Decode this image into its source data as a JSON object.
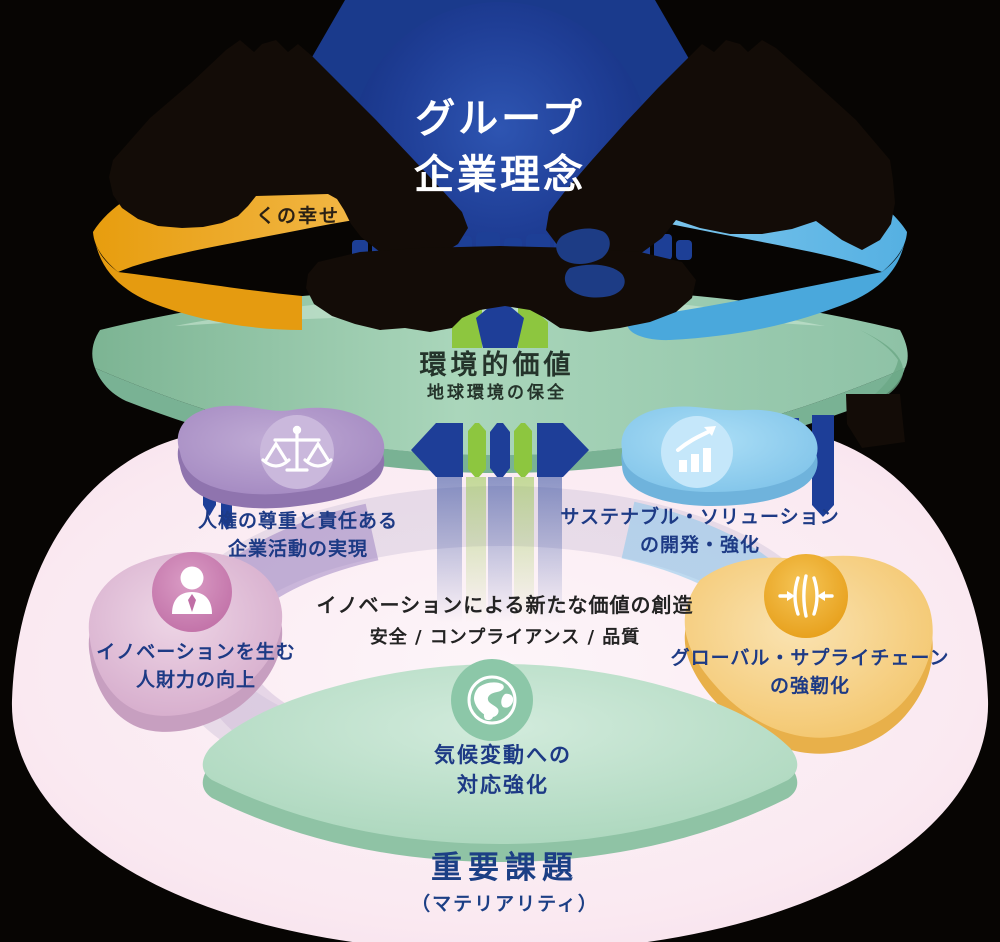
{
  "philosophy": {
    "line1": "グループ",
    "line2": "企業理念"
  },
  "values_layer": {
    "social_fragment": "くの幸せ",
    "environmental_title": "環境的価値",
    "environmental_subtitle": "地球環境の保全"
  },
  "center": {
    "line1": "イノベーションによる新たな価値の創造",
    "line2": "安全 / コンプライアンス / 品質"
  },
  "materialities": {
    "human_rights": {
      "line1": "人権の尊重と責任ある",
      "line2": "企業活動の実現"
    },
    "sustainable_solutions": {
      "line1": "サステナブル・ソリューション",
      "line2": "の開発・強化"
    },
    "innovation_talent": {
      "line1": "イノベーションを生む",
      "line2": "人財力の向上"
    },
    "supply_chain": {
      "line1": "グローバル・サプライチェーン",
      "line2": "の強靭化"
    },
    "climate": {
      "line1": "気候変動への",
      "line2": "対応強化"
    }
  },
  "footer": {
    "title": "重要課題",
    "subtitle": "（マテリアリティ）"
  },
  "icons": [
    "scales-icon",
    "growth-chart-icon",
    "person-icon",
    "resilience-icon",
    "globe-icon"
  ],
  "colors": {
    "navy": "#16327e",
    "accent_green": "#8dc63f",
    "band_orange": "#efa71c",
    "band_blue": "#6fc0ea",
    "band_green": "#93c6ab",
    "petal_purple": "#ab90c6",
    "petal_blue": "#8fcdf0",
    "petal_pink": "#dfb9d5",
    "petal_orange": "#f5d18b",
    "petal_green": "#b9dfc8",
    "background_pink": "#f9e8f1",
    "label_navy": "#1d3a85"
  }
}
